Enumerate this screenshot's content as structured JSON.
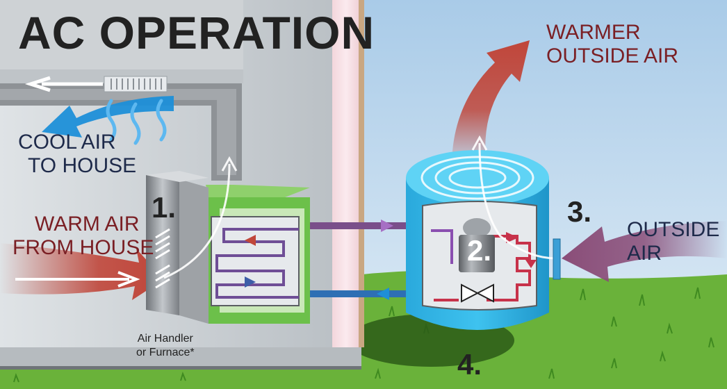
{
  "title": "AC OPERATION",
  "labels": {
    "cool_air": [
      "COOL AIR",
      "TO HOUSE"
    ],
    "warm_air": [
      "WARM AIR",
      "FROM HOUSE"
    ],
    "warmer_outside": [
      "WARMER",
      "OUTSIDE AIR"
    ],
    "outside_air": [
      "OUTSIDE",
      "AIR"
    ],
    "air_handler": [
      "Air Handler",
      "or Furnace*"
    ]
  },
  "steps": {
    "s1": "1.",
    "s2": "2.",
    "s3": "3.",
    "s4": "4."
  },
  "colors": {
    "cool_blue": "#1e8fd8",
    "warm_red": "#c0463a",
    "outside_purple": "#8a4d78",
    "unit_cyan": "#2fb8e8",
    "coil_green": "#6cc04a",
    "grass": "#6ab23a",
    "sky": "#bcd9ef",
    "wall_gray": "#c9ced2",
    "duct_gray": "#8e9296",
    "navy_text": "#1e2a4a",
    "maroon_text": "#7a1f24"
  }
}
